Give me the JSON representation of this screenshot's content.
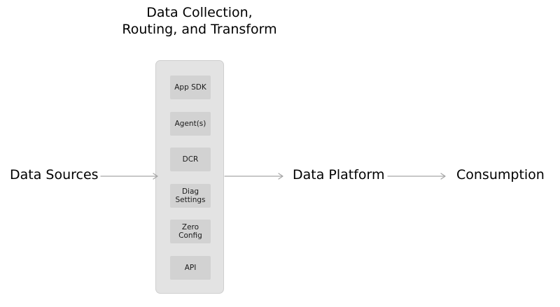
{
  "title": {
    "line1": "Data Collection,",
    "line2": "Routing, and Transform"
  },
  "stages": {
    "sources": "Data Sources",
    "platform": "Data Platform",
    "consumption": "Consumption"
  },
  "methods": [
    {
      "line1": "App SDK",
      "line2": ""
    },
    {
      "line1": "Agent(s)",
      "line2": ""
    },
    {
      "line1": "DCR",
      "line2": ""
    },
    {
      "line1": "Diag",
      "line2": "Settings"
    },
    {
      "line1": "Zero",
      "line2": "Config"
    },
    {
      "line1": "API",
      "line2": ""
    }
  ],
  "colors": {
    "panel": "#e3e3e3",
    "box": "#d2d2d2",
    "arrow": "#a6a6a6"
  }
}
